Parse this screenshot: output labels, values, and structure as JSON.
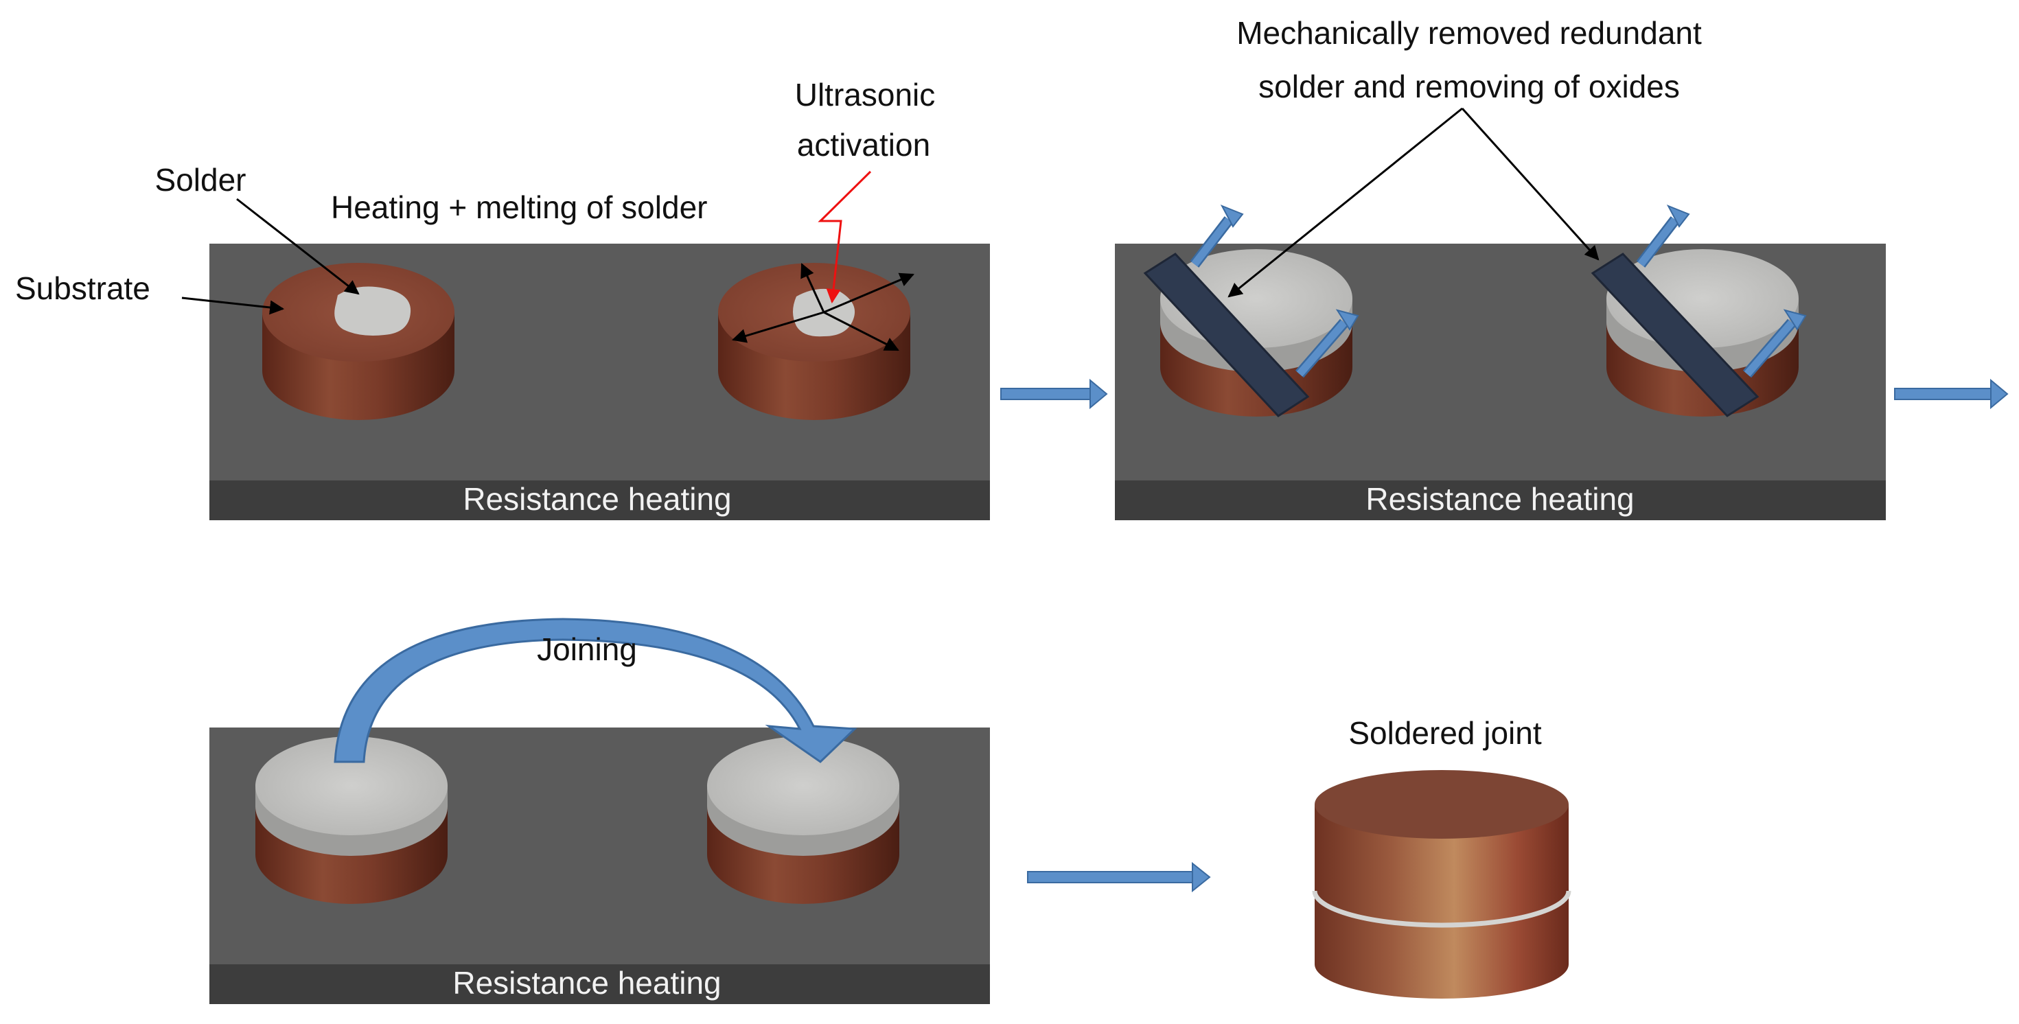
{
  "panels": {
    "p1": {
      "base_label": "Resistance heating",
      "substrate_label": "Substrate",
      "solder_label": "Solder",
      "heating_label": "Heating + melting of solder",
      "ultrasonic_label_line1": "Ultrasonic",
      "ultrasonic_label_line2": "activation"
    },
    "p2": {
      "base_label": "Resistance heating",
      "title_line1": "Mechanically removed redundant",
      "title_line2": "solder and removing of oxides"
    },
    "p3": {
      "base_label": "Resistance heating",
      "joining_label": "Joining"
    },
    "p4": {
      "label": "Soldered joint"
    }
  },
  "colors": {
    "plate_top": "#5a5a5a",
    "plate_band": "#3e3e3e",
    "copper": "#7a3a2a",
    "copper_top": "#8a4634",
    "solder": "#c7c7c5",
    "blue_arrow": "#5b8fc9",
    "scraper": "#2f3b52",
    "red_bolt": "#ee1111"
  }
}
